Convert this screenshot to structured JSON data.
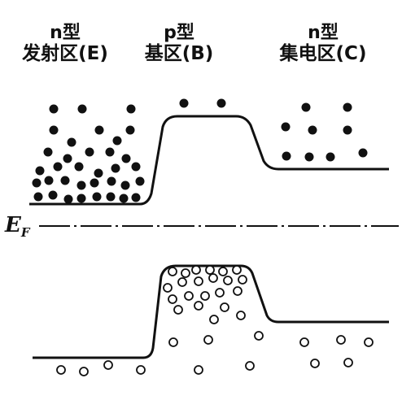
{
  "regions": [
    {
      "type": "n型",
      "name": "发射区(E)"
    },
    {
      "type": "p型",
      "name": "基区(B)"
    },
    {
      "type": "n型",
      "name": "集电区(C)"
    }
  ],
  "fermi": {
    "symbol": "E",
    "subscript": "F"
  },
  "colors": {
    "ink": "#111111",
    "background": "#ffffff"
  }
}
